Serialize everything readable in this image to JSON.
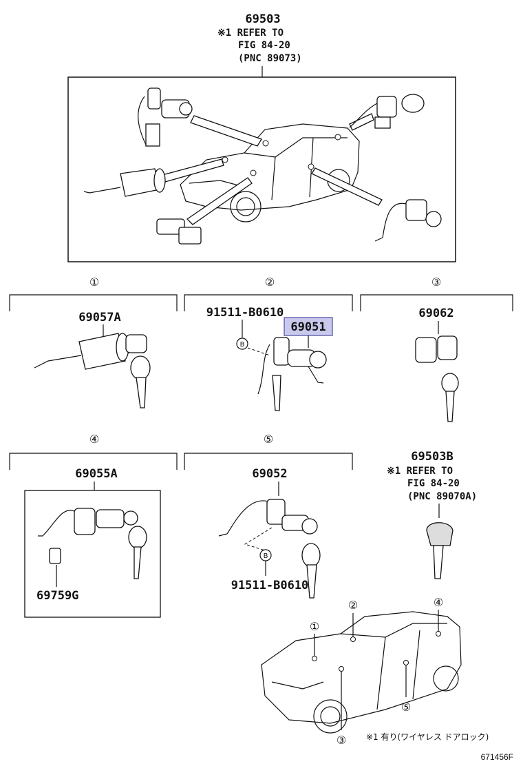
{
  "top": {
    "part_no": "69503",
    "ref_line1": "※1 REFER TO",
    "ref_line2": "FIG 84-20",
    "ref_line3": "(PNC 89073)"
  },
  "groups": [
    {
      "num": "①"
    },
    {
      "num": "②"
    },
    {
      "num": "③"
    },
    {
      "num": "④"
    },
    {
      "num": "⑤"
    }
  ],
  "parts": {
    "p69057A": "69057A",
    "p91511_a": "91511-B0610",
    "p69051": "69051",
    "p69062": "69062",
    "p69055A": "69055A",
    "p69759G": "69759G",
    "p69052": "69052",
    "p91511_b": "91511-B0610",
    "p69503B": "69503B",
    "ref2_line1": "※1 REFER TO",
    "ref2_line2": "FIG 84-20",
    "ref2_line3": "(PNC 89070A)",
    "bolt_marker": "B"
  },
  "car_callouts": [
    "①",
    "②",
    "③",
    "④",
    "⑤"
  ],
  "note": "※1 有り(ワイヤレス ドアロック)",
  "figure_code": "671456F",
  "colors": {
    "highlight_fill": "#c9c9ee",
    "highlight_stroke": "#4a4aa0"
  }
}
